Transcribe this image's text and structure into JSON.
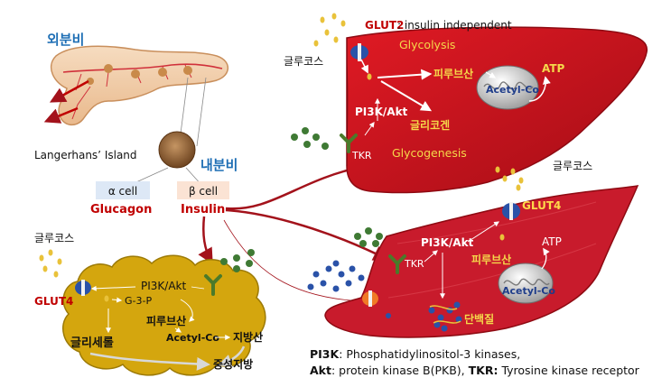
{
  "colors": {
    "liver": "#c8101c",
    "liver_dark": "#8e0a12",
    "fat": "#d4a60e",
    "muscle": "#c81b2c",
    "exocrine_label": "#1f6fb5",
    "endocrine_label": "#1f6fb5",
    "glucagon": "#c00000",
    "insulin": "#c00000",
    "arrow": "#a3121b",
    "yellow_text": "#f5d84a",
    "mito": "#c9c9c9",
    "receptor_green": "#4b7a2a",
    "dot_green": "#3f7a34",
    "dot_blue": "#2a52a8",
    "dot_yellow": "#e9c23a"
  },
  "pancreas": {
    "exocrine": "외분비",
    "endocrine": "내분비",
    "islet": "Langerhans’ Island",
    "alpha_cell": "α cell",
    "beta_cell": "β cell",
    "glucagon": "Glucagon",
    "insulin": "Insulin"
  },
  "liver": {
    "glut2": "GLUT2",
    "glut2_desc": " : insulin independent",
    "glucose": "글루코스",
    "glycolysis": "Glycolysis",
    "pyruvate": "피루브산",
    "acetyl": "Acetyl-Co",
    "atp": "ATP",
    "pi3k": "PI3K/Akt",
    "glycogen": "글리코겐",
    "tkr": "TKR",
    "glycogenesis": "Glycogenesis"
  },
  "muscle": {
    "glucose": "글루코스",
    "glut4": "GLUT4",
    "pi3k": "PI3K/Akt",
    "tkr": "TKR",
    "pyruvate": "피루브산",
    "atp": "ATP",
    "acetyl": "Acetyl-Co",
    "protein": "단백질"
  },
  "fat": {
    "glucose": "글루코스",
    "glut4": "GLUT4",
    "pi3k": "PI3K/Akt",
    "g3p": "G-3-P",
    "pyruvate": "피루브산",
    "glycerol": "글리세롤",
    "acetyl": "Acetyl-Co",
    "fatty_acid": "지방산",
    "triglyceride": "중성지방"
  },
  "legend": {
    "line1_term": "PI3K",
    "line1_text": ": Phosphatidylinositol-3 kinases,",
    "line2_term": "Akt",
    "line2_text": ": protein kinase B(PKB), ",
    "line2_term2": "TKR:",
    "line2_text2": " Tyrosine kinase receptor"
  }
}
